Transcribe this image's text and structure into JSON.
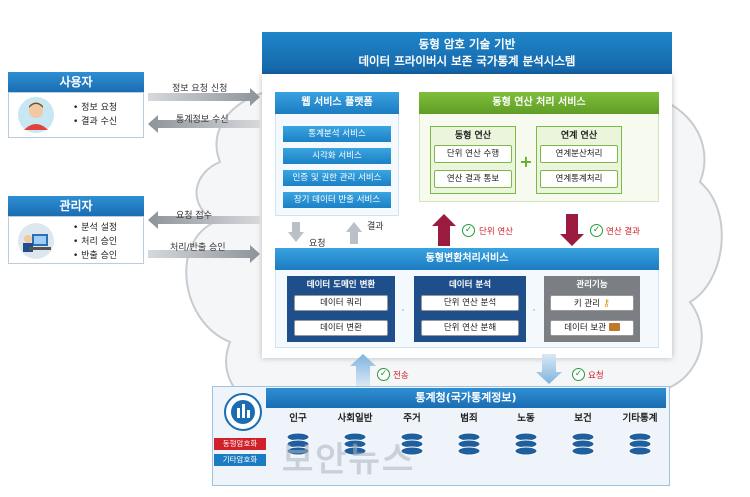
{
  "title": {
    "line1": "동형 암호 기술 기반",
    "line2": "데이터 프라이버시 보존 국가통계 분석시스템"
  },
  "actors": {
    "user": {
      "name": "사용자",
      "items": [
        "정보 요청",
        "결과 수신"
      ]
    },
    "admin": {
      "name": "관리자",
      "items": [
        "분석 설정",
        "처리 승인",
        "반출 승인"
      ]
    }
  },
  "arrows": {
    "info_request": "정보 요청 신청",
    "stat_receive": "통계정보 수신",
    "request_receive": "요청 접수",
    "process_approve": "처리/반출 승인",
    "request_down": "요청",
    "result_up": "결과",
    "unit_op": "단위 연산",
    "op_result": "연산 결과",
    "transfer": "전송",
    "request_bottom": "요청"
  },
  "web_platform": {
    "title": "웹 서비스 플랫폼",
    "services": [
      "통계분석 서비스",
      "시각화 서비스",
      "인증 및 권한 관리 서비스",
      "장기 데이터 반출 서비스"
    ]
  },
  "homo_ops": {
    "title": "동형 연산 처리 서비스",
    "homo": {
      "title": "동형 연산",
      "items": [
        "단위 연산 수행",
        "연산 결과 통보"
      ]
    },
    "link": {
      "title": "연계 연산",
      "items": [
        "연계분산처리",
        "연계통계처리"
      ]
    },
    "plus": "+"
  },
  "transform": {
    "title": "동형변환처리서비스",
    "domain": {
      "title": "데이터 도메인 변환",
      "items": [
        "데이터 쿼리",
        "데이터 변환"
      ]
    },
    "analysis": {
      "title": "데이터 분석",
      "items": [
        "단위 연산 분석",
        "단위 연산 분해"
      ]
    },
    "manage": {
      "title": "관리기능",
      "items": [
        "키 관리",
        "데이터 보관"
      ]
    }
  },
  "bureau": {
    "title": "통계청(국가통계정보)",
    "badge1": "동형암호화",
    "badge2": "기타암호화",
    "categories": [
      "인구",
      "사회일반",
      "주거",
      "범죄",
      "노동",
      "보건",
      "기타통계"
    ]
  },
  "watermark": "보안뉴스",
  "colors": {
    "blue": "#1c7cc2",
    "green": "#6aab2c",
    "maroon": "#9b1b3f",
    "red": "#d0202a"
  }
}
